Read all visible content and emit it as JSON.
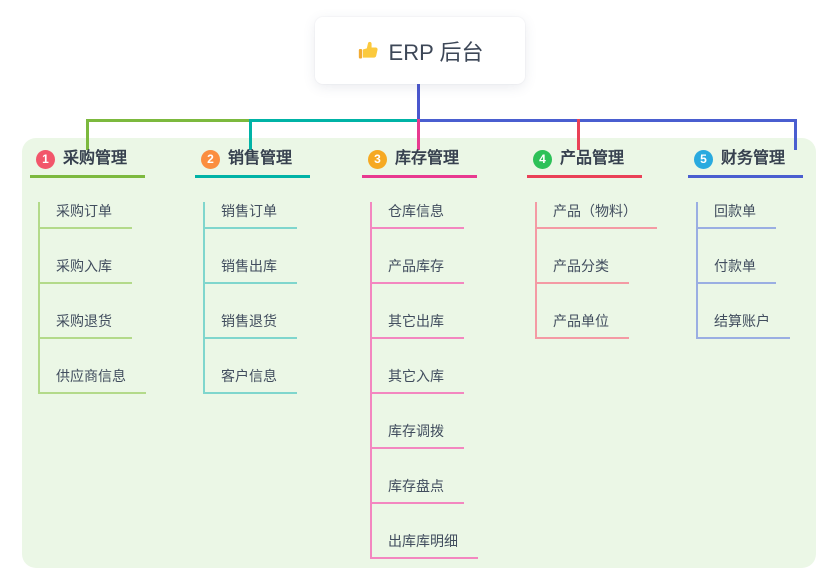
{
  "root": {
    "label": "ERP 后台",
    "icon": "thumbs-up-icon",
    "card_bg": "#ffffff",
    "text_color": "#3d4757"
  },
  "canvas": {
    "bg": "#ffffff",
    "panel_bg": "#ebf7e6"
  },
  "connectors": {
    "root_line_color": "#4a57ce"
  },
  "branches": [
    {
      "badge": "1",
      "badge_color": "#f2566b",
      "title": "采购管理",
      "color_strong": "#7cb93e",
      "color_light": "#b3da8a",
      "items": [
        "采购订单",
        "采购入库",
        "采购退货",
        "供应商信息"
      ]
    },
    {
      "badge": "2",
      "badge_color": "#fb8e3f",
      "title": "销售管理",
      "color_strong": "#00b3a6",
      "color_light": "#7fd6cd",
      "items": [
        "销售订单",
        "销售出库",
        "销售退货",
        "客户信息"
      ]
    },
    {
      "badge": "3",
      "badge_color": "#f6a922",
      "title": "库存管理",
      "color_strong": "#e83a90",
      "color_light": "#f387c0",
      "items": [
        "仓库信息",
        "产品库存",
        "其它出库",
        "其它入库",
        "库存调拨",
        "库存盘点",
        "出库库明细"
      ]
    },
    {
      "badge": "4",
      "badge_color": "#2dc158",
      "title": "产品管理",
      "color_strong": "#ea4157",
      "color_light": "#f49aa4",
      "items": [
        "产品（物料）",
        "产品分类",
        "产品单位"
      ]
    },
    {
      "badge": "5",
      "badge_color": "#29aadf",
      "title": "财务管理",
      "color_strong": "#4a5ed0",
      "color_light": "#9aaee2",
      "items": [
        "回款单",
        "付款单",
        "结算账户"
      ]
    }
  ]
}
